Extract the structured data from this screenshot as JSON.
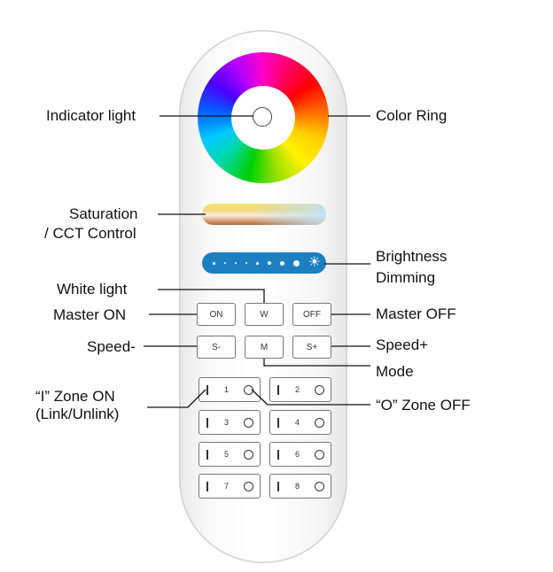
{
  "labels": {
    "indicator": "Indicator light",
    "color_ring": "Color Ring",
    "saturation_1": "Saturation",
    "saturation_2": "/ CCT Control",
    "brightness_1": "Brightness",
    "brightness_2": "Dimming",
    "white_light": "White light",
    "master_on": "Master ON",
    "master_off": "Master OFF",
    "speed_minus": "Speed-",
    "speed_plus": "Speed+",
    "mode": "Mode",
    "zone_on_1": "“I” Zone ON",
    "zone_on_2": "(Link/Unlink)",
    "zone_off": "“O” Zone OFF"
  },
  "buttons": {
    "on": "ON",
    "w": "W",
    "off": "OFF",
    "s_minus": "S-",
    "m": "M",
    "s_plus": "S+"
  },
  "zones": [
    "1",
    "2",
    "3",
    "4",
    "5",
    "6",
    "7",
    "8"
  ],
  "colors": {
    "brightness_bar": "#1e7fc0",
    "line": "#111111",
    "button_border": "#777777"
  },
  "icons": {
    "zone_on": "bar-icon",
    "zone_off": "circle-icon",
    "brightness_max": "sun-icon"
  }
}
